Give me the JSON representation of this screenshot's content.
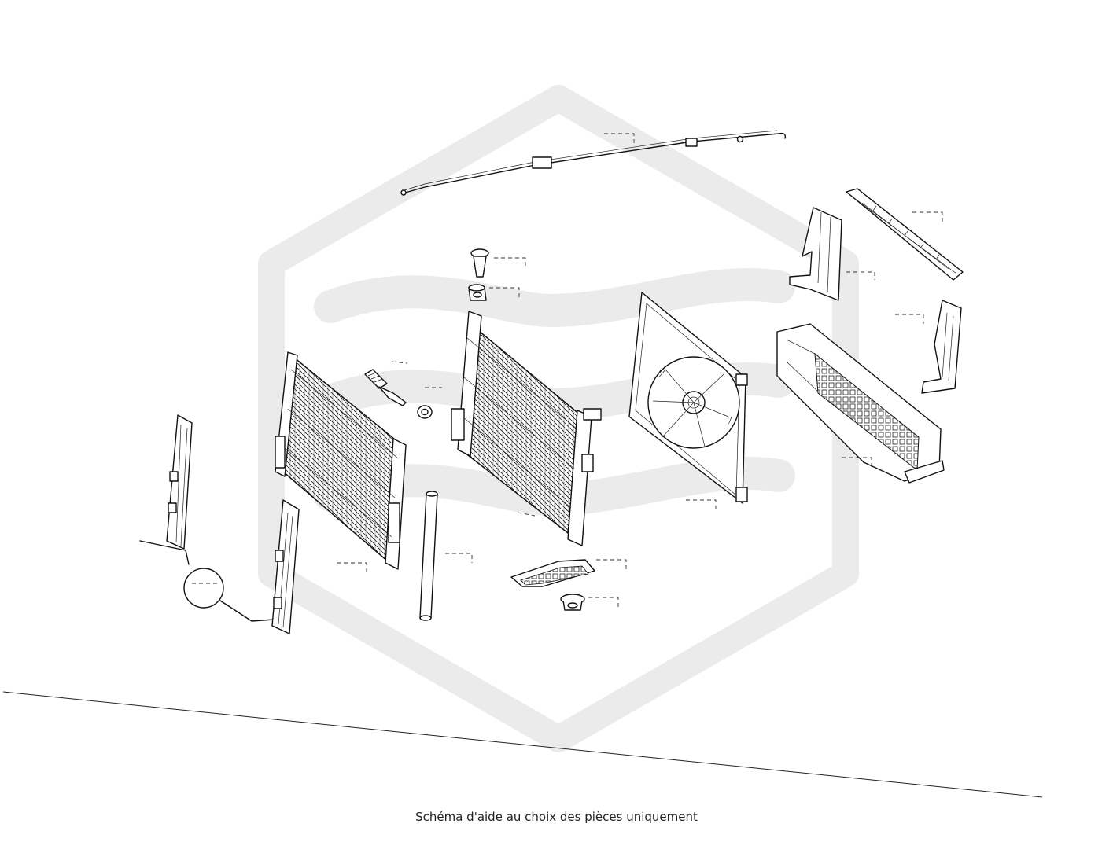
{
  "caption": "Schéma d'aide au choix des pièces uniquement",
  "colors": {
    "line": "#111111",
    "watermark": "#ebebeb",
    "background": "#ffffff"
  },
  "watermark": {
    "icon": "hexagon-logo-watermark"
  },
  "parts": [
    {
      "name": "upper-hose-cable",
      "icon": "hose-line-icon"
    },
    {
      "name": "bleed-valve-upper",
      "icon": "valve-icon"
    },
    {
      "name": "mounting-bushing-upper",
      "icon": "bushing-icon"
    },
    {
      "name": "drain-plug",
      "icon": "plug-icon"
    },
    {
      "name": "rubber-ring",
      "icon": "ring-icon"
    },
    {
      "name": "radiator-front",
      "icon": "radiator-icon"
    },
    {
      "name": "radiator-rear",
      "icon": "radiator-icon"
    },
    {
      "name": "side-bracket-left",
      "icon": "bracket-icon"
    },
    {
      "name": "side-bracket-lower",
      "icon": "bracket-icon"
    },
    {
      "name": "dryer-cartridge",
      "icon": "tube-icon"
    },
    {
      "name": "fan-shroud",
      "icon": "fan-icon"
    },
    {
      "name": "air-duct-upper-left",
      "icon": "duct-icon"
    },
    {
      "name": "air-guide-top",
      "icon": "air-guide-icon"
    },
    {
      "name": "air-guide-right",
      "icon": "air-guide-icon"
    },
    {
      "name": "air-duct-lower",
      "icon": "duct-icon"
    },
    {
      "name": "lower-deflector",
      "icon": "deflector-icon"
    },
    {
      "name": "mounting-bushing-lower",
      "icon": "bushing-icon"
    }
  ]
}
